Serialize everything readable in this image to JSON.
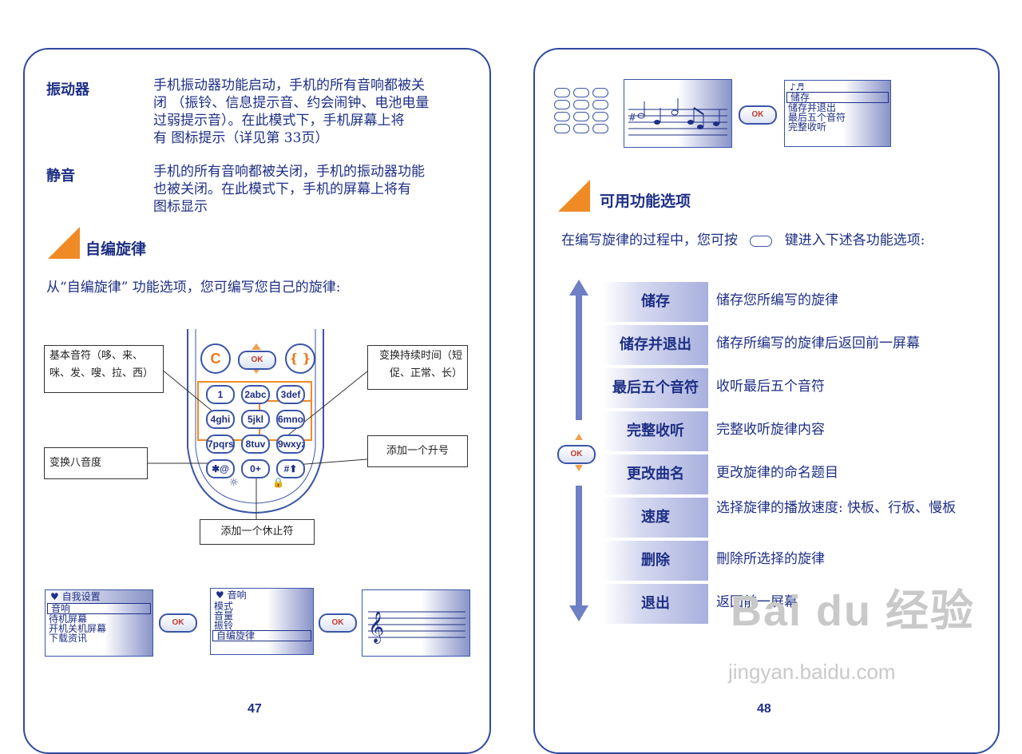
{
  "left_page": {
    "entries": [
      {
        "term": "振动器",
        "desc": [
          "手机振动器功能启动，手机的所有音响都被关",
          "闭 （振铃、信息提示音、约会闹钟、电池电量",
          "过弱提示音）。在此模式下，手机屏幕上将",
          "有 图标提示（详见第 33页）"
        ]
      },
      {
        "term": "静音",
        "desc": [
          "手机的所有音响都被关闭，手机的振动器功能",
          "也被关闭。在此模式下，手机的屏幕上将有",
          "图标显示"
        ]
      }
    ],
    "section_title": "自编旋律",
    "intro": "从“自编旋律” 功能选项，您可编写您自己的旋律:",
    "callouts": {
      "basic_notes": [
        "基本音符（哆、来、",
        "咪、发、嗖、拉、西）"
      ],
      "duration": [
        "变换持续时间（短",
        "促、正常、长）"
      ],
      "octave": "变换八音度",
      "sharp": "添加一个升号",
      "rest": "添加一个休止符"
    },
    "keypad": {
      "c_key": "C",
      "ok_key": "OK",
      "keys": [
        "1",
        "2abc",
        "3def",
        "4ghi",
        "5jkl",
        "6mno",
        "7pqrs",
        "8tuv",
        "9wxyz",
        "✱@",
        "0+",
        "#⬆"
      ]
    },
    "screens": [
      {
        "title": "自我设置",
        "items": [
          "音响",
          "待机屏幕",
          "开机关机屏幕",
          "下载资讯"
        ],
        "selected": 0
      },
      {
        "title": "音响",
        "items": [
          "模式",
          "音量",
          "振铃",
          "自编旋律"
        ],
        "selected": 3
      }
    ],
    "ok_label": "OK",
    "page_number": "47"
  },
  "right_page": {
    "top_screen": {
      "title": "",
      "items": [
        "储存",
        "储存并退出",
        "最后五个音符",
        "完整收听"
      ],
      "selected": 0
    },
    "ok_label": "OK",
    "section_title": "可用功能选项",
    "intro_a": "在编写旋律的过程中，您可按",
    "intro_b": "键进入下述各功能选项:",
    "options": [
      {
        "label": "储存",
        "desc": "储存您所编写的旋律"
      },
      {
        "label": "储存并退出",
        "desc": "储存所编写的旋律后返回前一屏幕"
      },
      {
        "label": "最后五个音符",
        "desc": "收听最后五个音符"
      },
      {
        "label": "完整收听",
        "desc": "完整收听旋律内容"
      },
      {
        "label": "更改曲名",
        "desc": "更改旋律的命名题目"
      },
      {
        "label": "速度",
        "desc": "选择旋律的播放速度: 快板、行板、慢板"
      },
      {
        "label": "删除",
        "desc": "刪除所选择的旋律"
      },
      {
        "label": "退出",
        "desc": "返回前一屏幕"
      }
    ],
    "page_number": "48"
  },
  "watermark": {
    "logo": "Bai du 经验",
    "url": "jingyan.baidu.com"
  },
  "colors": {
    "text": "#1e2f86",
    "border": "#2e4a9e",
    "accent_orange": "#f08a24",
    "arrow": "#6e7fc6"
  }
}
